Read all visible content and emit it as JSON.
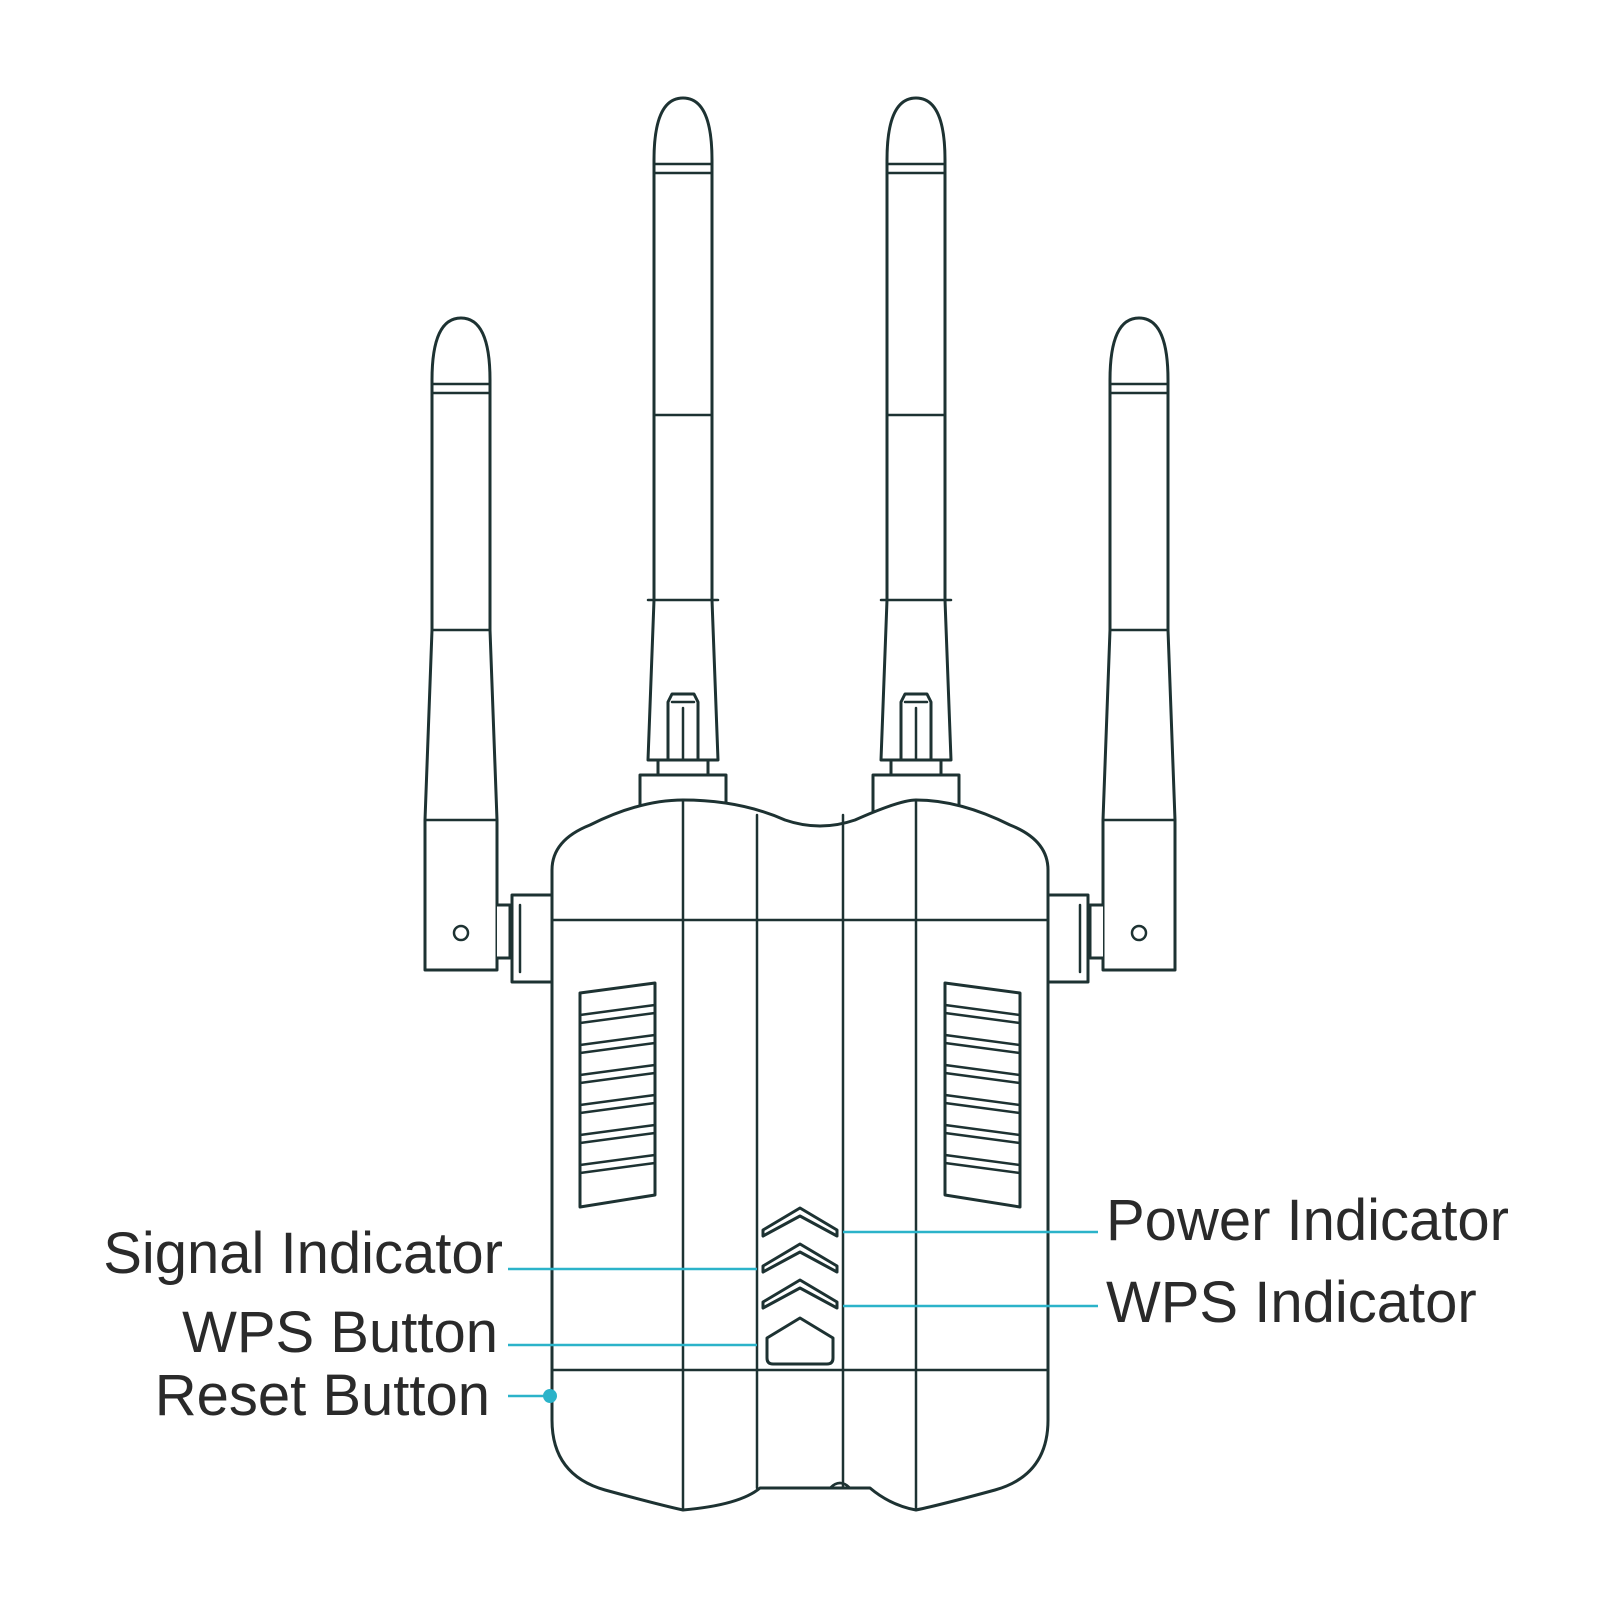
{
  "diagram": {
    "device": "wifi-range-extender",
    "antenna_count": 4,
    "colors": {
      "outline": "#1d3232",
      "leader": "#2bb3c9",
      "text": "#2a2a2a",
      "background": "#ffffff"
    },
    "labels": {
      "signal_indicator": "Signal Indicator",
      "wps_button": "WPS Button",
      "reset_button": "Reset Button",
      "power_indicator": "Power Indicator",
      "wps_indicator": "WPS Indicator"
    }
  }
}
